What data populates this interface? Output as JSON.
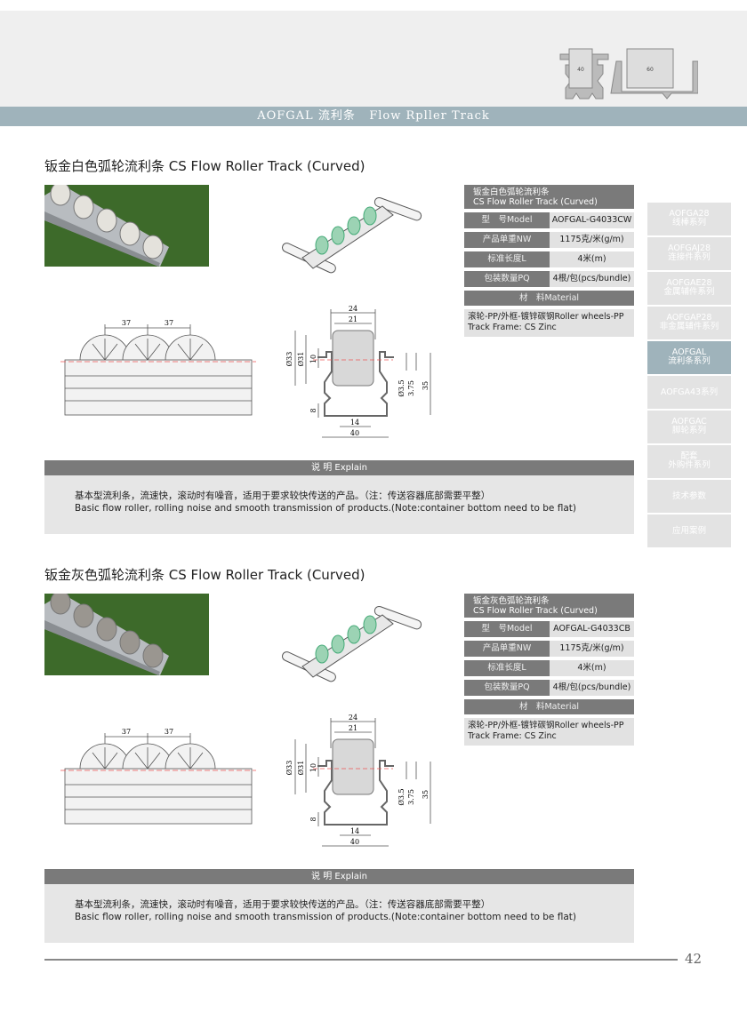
{
  "header": {
    "brand": "AOFGAL",
    "title_cn": "流利条",
    "title_en": "Flow Rpller Track",
    "profile_labels": [
      "40",
      "60"
    ]
  },
  "sections": [
    {
      "title": "钣金白色弧轮流利条  CS Flow Roller Track (Curved)",
      "spec_head_cn": "钣金白色弧轮流利条",
      "spec_head_en": "CS Flow Roller Track (Curved)",
      "rows": [
        {
          "k": "型　号Model",
          "v": "AOFGAL-G4033CW"
        },
        {
          "k": "产品单重NW",
          "v": "1175克/米(g/m)"
        },
        {
          "k": "标准长度L",
          "v": "4米(m)"
        },
        {
          "k": "包装数量PQ",
          "v": "4根/包(pcs/bundle)"
        }
      ],
      "material_label": "材　料Material",
      "material": "滚轮-PP/外框-镀锌碳钢Roller wheels-PP Track Frame: CS Zinc",
      "roller_color": "#e4e2dc",
      "explain_label": "说 明  Explain",
      "explain_cn": "基本型流利条，流速快，滚动时有噪音，适用于要求较快传送的产品。（注：传送容器底部需要平整）",
      "explain_en": "Basic flow roller, rolling noise and smooth transmission of products.(Note:container bottom need to be flat)"
    },
    {
      "title": "钣金灰色弧轮流利条  CS Flow Roller Track (Curved)",
      "spec_head_cn": "钣金灰色弧轮流利条",
      "spec_head_en": "CS Flow Roller Track (Curved)",
      "rows": [
        {
          "k": "型　号Model",
          "v": "AOFGAL-G4033CB"
        },
        {
          "k": "产品单重NW",
          "v": "1175克/米(g/m)"
        },
        {
          "k": "标准长度L",
          "v": "4米(m)"
        },
        {
          "k": "包装数量PQ",
          "v": "4根/包(pcs/bundle)"
        }
      ],
      "material_label": "材　料Material",
      "material": "滚轮-PP/外框-镀锌碳钢Roller wheels-PP Track Frame: CS Zinc",
      "roller_color": "#9a9690",
      "explain_label": "说 明  Explain",
      "explain_cn": "基本型流利条，流速快，滚动时有噪音，适用于要求较快传送的产品。（注：传送容器底部需要平整）",
      "explain_en": "Basic flow roller, rolling noise and smooth transmission of products.(Note:container bottom need to be flat)"
    }
  ],
  "dims": {
    "pitch1": "37",
    "pitch2": "37",
    "w24": "24",
    "w21": "21",
    "d33": "Ø33",
    "d31": "Ø31",
    "h10": "10",
    "d35": "Ø3.5",
    "h375": "3.75",
    "h35": "35",
    "h8": "8",
    "w14": "14",
    "w40": "40"
  },
  "sidebar": [
    {
      "l1": "AOFGA28",
      "l2": "线棒系列"
    },
    {
      "l1": "AOFGAJ28",
      "l2": "连接件系列"
    },
    {
      "l1": "AOFGAE28",
      "l2": "金属辅件系列"
    },
    {
      "l1": "AOFGAP28",
      "l2": "非金属辅件系列"
    },
    {
      "l1": "AOFGAL",
      "l2": "流利条系列",
      "active": true
    },
    {
      "l1": "AOFGA43系列",
      "l2": ""
    },
    {
      "l1": "AOFGAC",
      "l2": "脚轮系列"
    },
    {
      "l1": "配套",
      "l2": "外购件系列"
    },
    {
      "l1": "技术参数",
      "l2": ""
    },
    {
      "l1": "应用案例",
      "l2": ""
    }
  ],
  "page_number": "42",
  "colors": {
    "band": "#9fb3bb",
    "label_bg": "#7a7a7a",
    "value_bg": "#e2e2e2",
    "photo_bg": "#3d6a2a"
  }
}
